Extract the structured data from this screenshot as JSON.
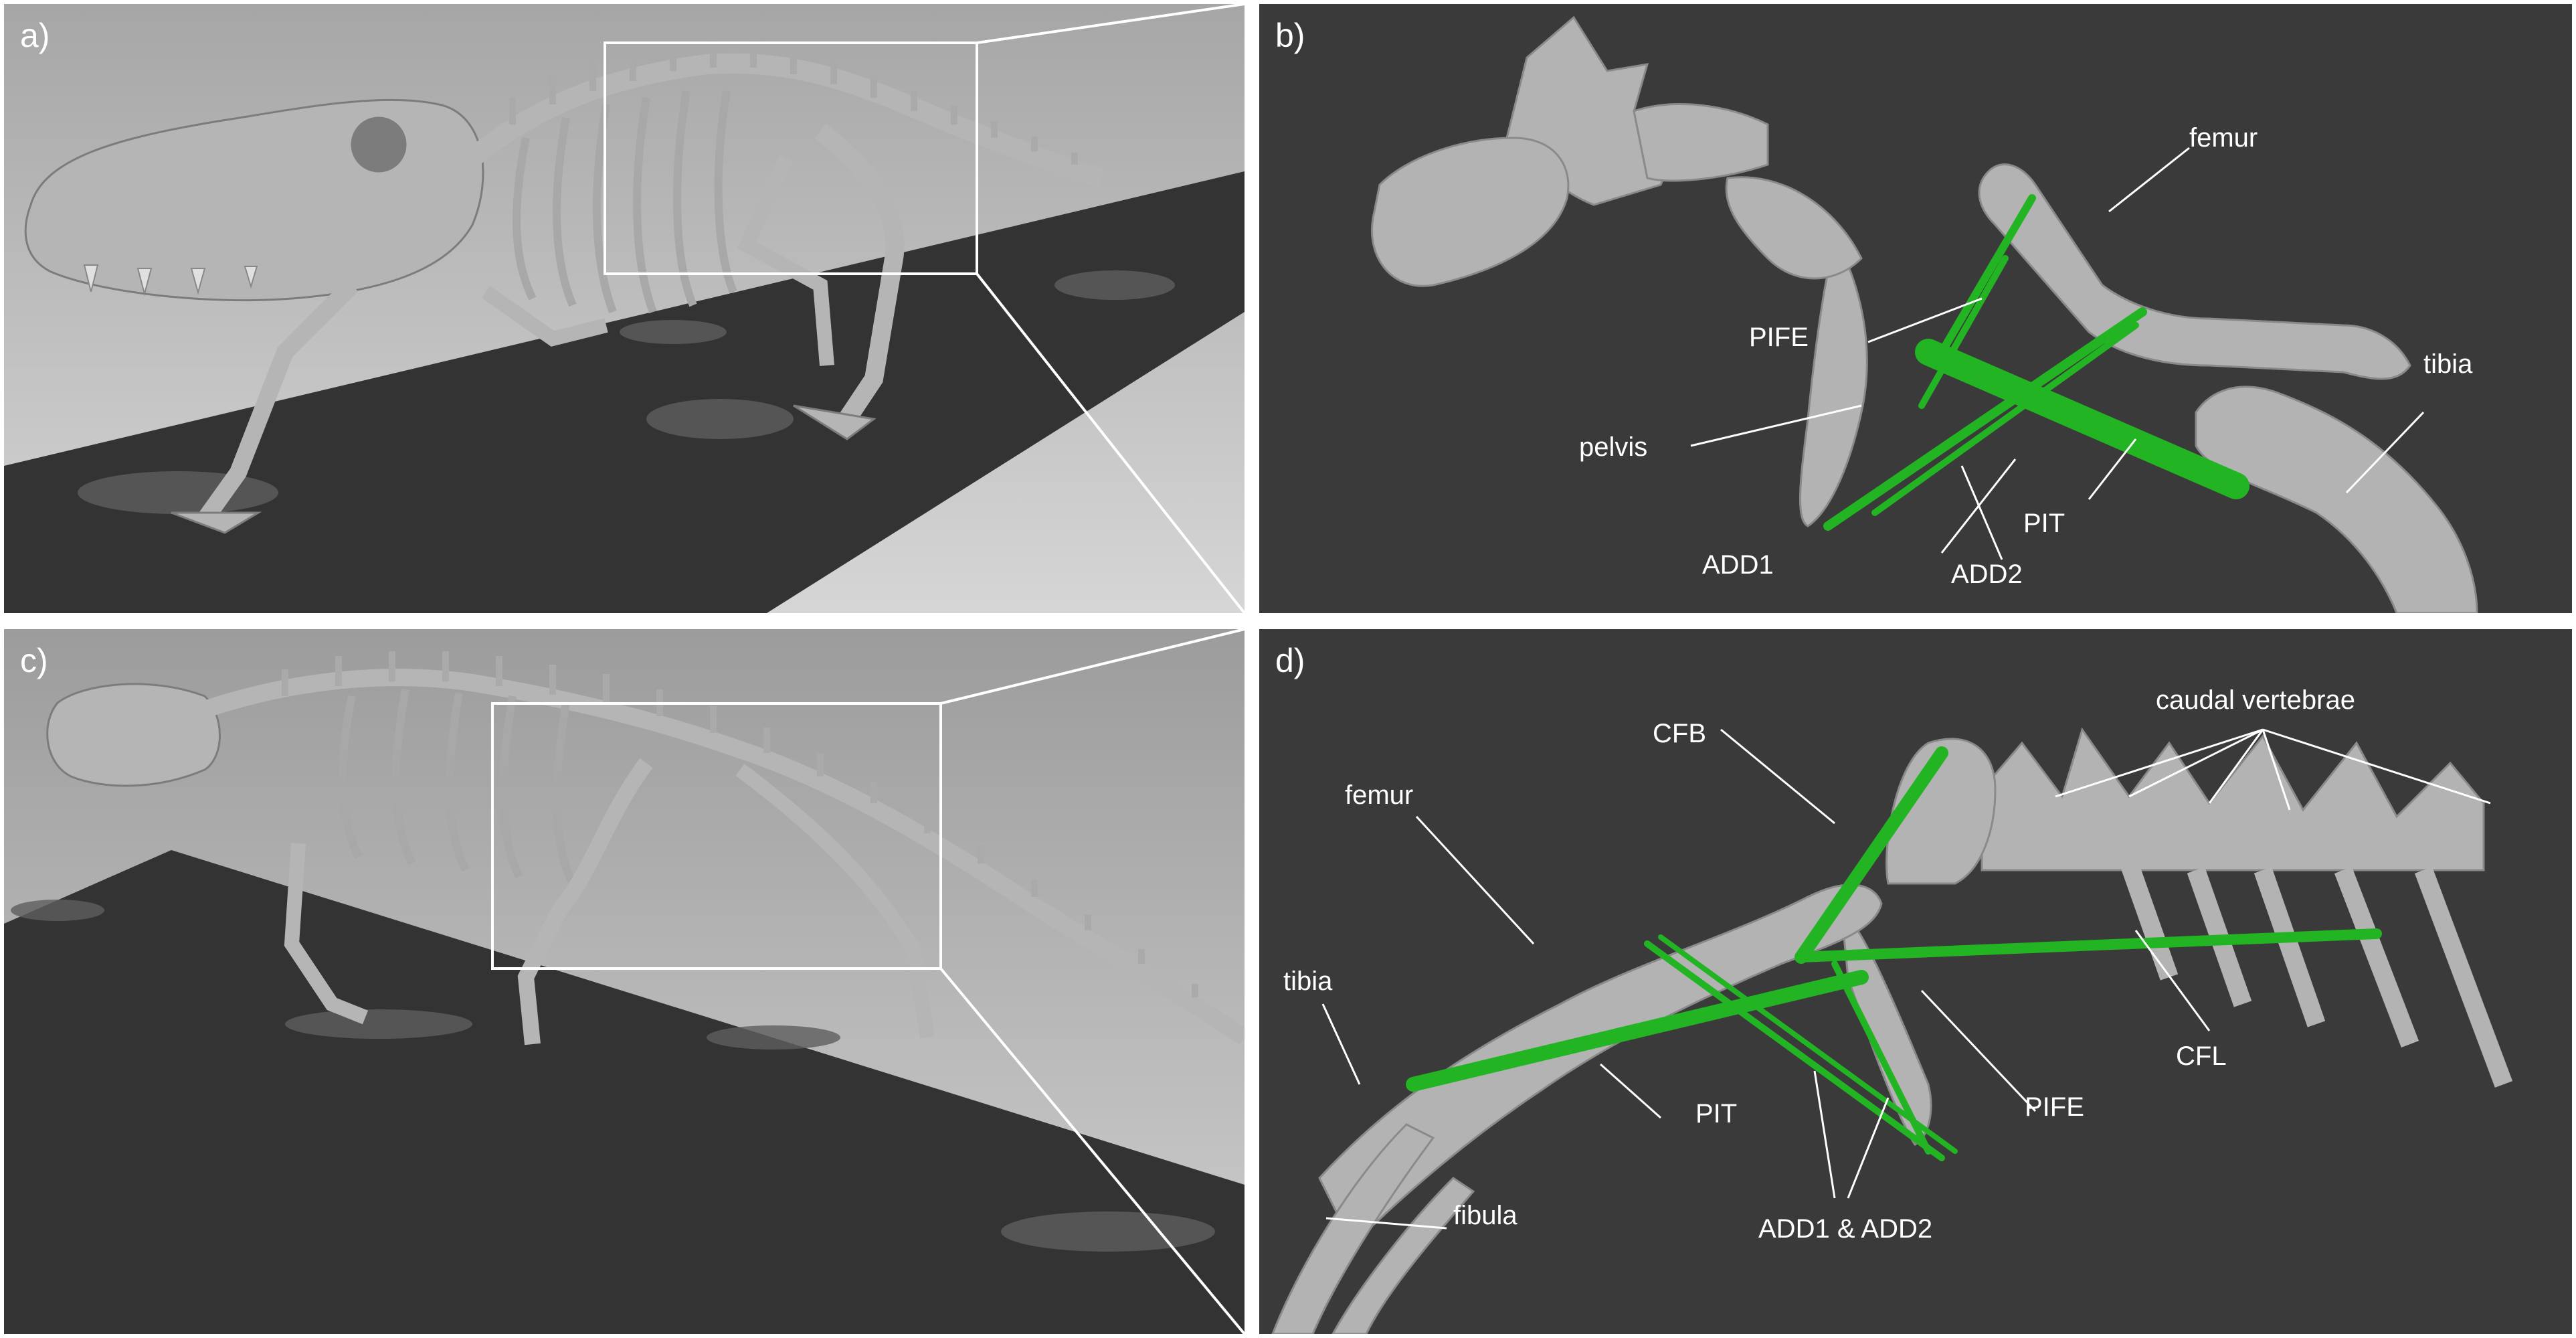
{
  "panels": {
    "a": {
      "letter": "a)"
    },
    "b": {
      "letter": "b)",
      "labels": {
        "femur": "femur",
        "tibia": "tibia",
        "pife": "PIFE",
        "pelvis": "pelvis",
        "pit": "PIT",
        "add1": "ADD1",
        "add2": "ADD2"
      }
    },
    "c": {
      "letter": "c)"
    },
    "d": {
      "letter": "d)",
      "labels": {
        "caudal": "caudal vertebrae",
        "cfb": "CFB",
        "femur": "femur",
        "tibia": "tibia",
        "cfl": "CFL",
        "pife": "PIFE",
        "pit": "PIT",
        "fibula": "fibula",
        "add": "ADD1 & ADD2"
      }
    }
  },
  "colors": {
    "muscle": "#22b422",
    "bone": "#b3b3b3",
    "background_dark": "#3a3a3a",
    "background_light": "#d2d2d2",
    "ground": "#333333"
  }
}
